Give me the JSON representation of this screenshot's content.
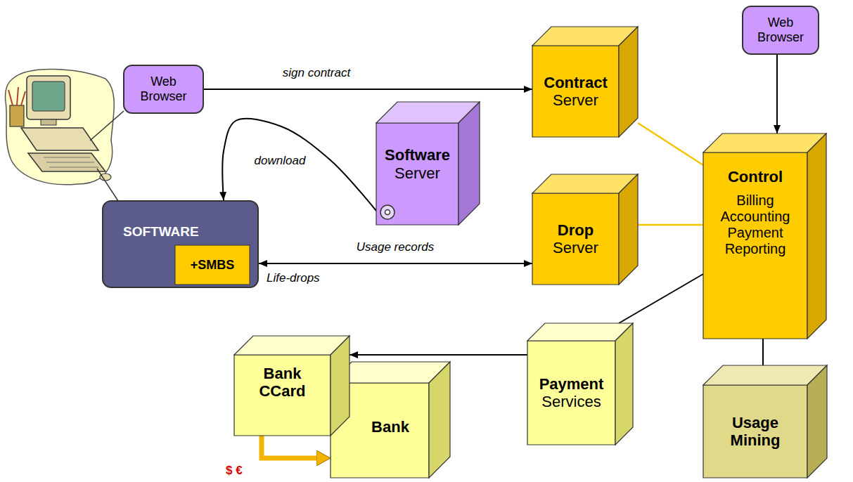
{
  "diagram": {
    "nodes": [
      {
        "text": [
          "Web Browser"
        ]
      },
      {
        "text": [
          "Contract",
          "Server"
        ]
      },
      {
        "text": [
          "Web Browser"
        ]
      },
      {
        "text": [
          "Software",
          "Server"
        ]
      },
      {
        "text": [
          "SOFTWARE"
        ]
      },
      {
        "text": [
          "+SMBS"
        ],
        "in": 4
      },
      {
        "text": [
          "Drop",
          "Server"
        ]
      },
      {
        "text": [
          "Control",
          "Billing Accounting Payment Reporting"
        ]
      },
      {
        "text": [
          "Payment",
          "Services"
        ]
      },
      {
        "text": [
          "Bank CCard"
        ]
      },
      {
        "text": [
          "Bank"
        ]
      },
      {
        "text": [
          "Usage Mining"
        ]
      }
    ],
    "edges": [
      {
        "from": 0,
        "to": 1,
        "label": "sign contract",
        "arrow": "to"
      },
      {
        "from": 3,
        "to": 4,
        "label": "download",
        "arrow": "to"
      },
      {
        "from": 4,
        "to": 6,
        "label": "Usage records",
        "arrow": "both"
      },
      {
        "from": 2,
        "to": 7,
        "arrow": "to"
      },
      {
        "from": 1,
        "to": 7,
        "arrow": "none"
      },
      {
        "from": 6,
        "to": 7,
        "arrow": "none"
      },
      {
        "from": 7,
        "to": 8,
        "arrow": "none"
      },
      {
        "from": 7,
        "to": 11,
        "arrow": "none"
      },
      {
        "from": 8,
        "to": 9,
        "arrow": "to"
      },
      {
        "from": 9,
        "to": 10,
        "arrow": "to"
      }
    ],
    "labels": [
      "Life-drops",
      "$ €"
    ]
  }
}
